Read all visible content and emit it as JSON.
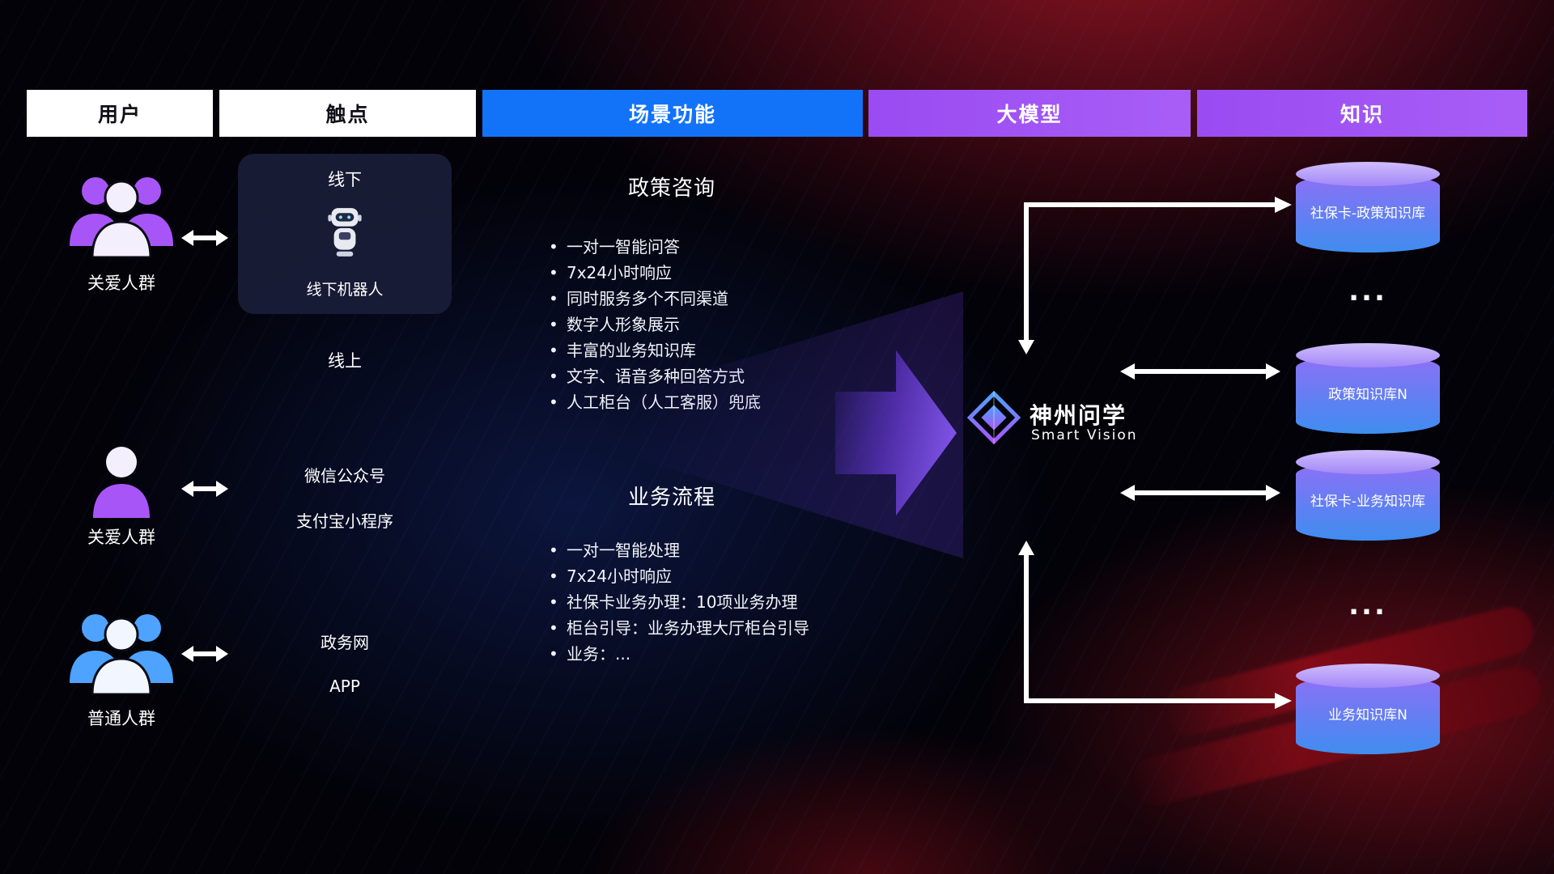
{
  "headers": [
    {
      "label": "用户"
    },
    {
      "label": "触点"
    },
    {
      "label": "场景功能"
    },
    {
      "label": "大模型"
    },
    {
      "label": "知识"
    }
  ],
  "user_column": {
    "groups": [
      {
        "label": "关爱人群",
        "icon": "users-group-icon",
        "color": "#a855f7"
      },
      {
        "label": "关爱人群",
        "icon": "user-single-icon",
        "color": "#a855f7"
      },
      {
        "label": "普通人群",
        "icon": "users-group-icon",
        "color": "#4da3ff"
      }
    ]
  },
  "touchpoint_column": {
    "offline_title": "线下",
    "offline_robot_label": "线下机器人",
    "online_title": "线上",
    "channels": [
      "微信公众号",
      "支付宝小程序",
      "政务网",
      "APP"
    ]
  },
  "scenario_column": {
    "sections": [
      {
        "title": "政策咨询",
        "items": [
          "一对一智能问答",
          "7x24小时响应",
          "同时服务多个不同渠道",
          "数字人形象展示",
          "丰富的业务知识库",
          "文字、语音多种回答方式",
          "人工柜台（人工客服）兜底"
        ]
      },
      {
        "title": "业务流程",
        "items": [
          "一对一智能处理",
          "7x24小时响应",
          "社保卡业务办理：10项业务办理",
          "柜台引导：业务办理大厅柜台引导",
          "业务：..."
        ]
      }
    ]
  },
  "model_column": {
    "name": "神州问学",
    "subtitle": "Smart Vision",
    "logo": "diamond-logo"
  },
  "knowledge_column": {
    "databases": [
      {
        "label": "社保卡-政策知识库"
      },
      {
        "label": "政策知识库N"
      },
      {
        "label": "社保卡-业务知识库"
      },
      {
        "label": "业务知识库N"
      }
    ],
    "ellipsis": "..."
  },
  "colors": {
    "header_blue": "#1273f8",
    "header_purple": "#a050f0",
    "header_white": "#ffffff",
    "accent_purple": "#a855f7",
    "accent_blue": "#4da3ff",
    "cylinder_top": "#a287f8",
    "cylinder_bottom": "#3f8df0",
    "background_red": "#d61c30",
    "background_blue": "#2242b9"
  }
}
